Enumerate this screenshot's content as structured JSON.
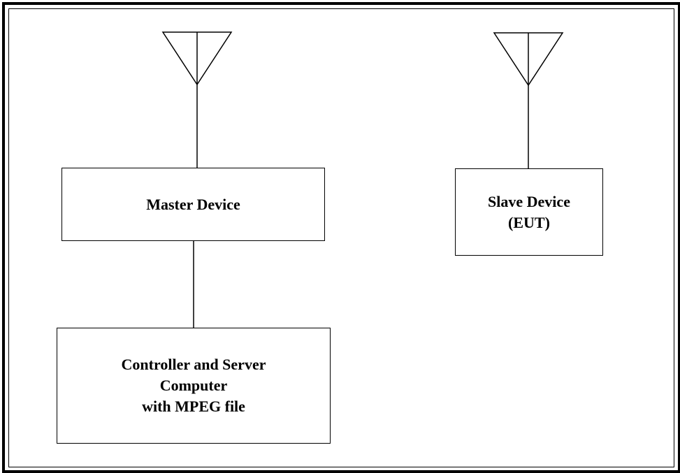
{
  "diagram": {
    "master_device": {
      "label": "Master Device"
    },
    "slave_device": {
      "label": "Slave Device\n(EUT)"
    },
    "controller": {
      "label": "Controller and Server\nComputer\nwith MPEG file"
    },
    "colors": {
      "stroke": "#000000",
      "background": "#ffffff"
    },
    "icons": [
      "master-antenna-icon",
      "slave-antenna-icon"
    ]
  }
}
